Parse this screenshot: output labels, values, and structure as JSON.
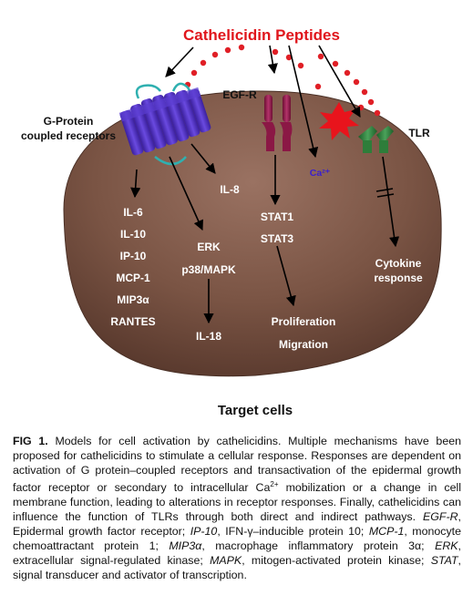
{
  "figure": {
    "title": "Cathelicidin Peptides",
    "receptors": {
      "gpcr_line1": "G-Protein",
      "gpcr_line2": "coupled receptors",
      "egfr": "EGF-R",
      "tlr": "TLR"
    },
    "calcium": "Ca²⁺",
    "gpcr_outputs": [
      "IL-6",
      "IL-10",
      "IP-10",
      "MCP-1",
      "MIP3α",
      "RANTES"
    ],
    "il8": "IL-8",
    "erk_path": [
      "ERK",
      "p38/MAPK",
      "IL-18"
    ],
    "stat_path": [
      "STAT1",
      "STAT3"
    ],
    "egfr_outputs": [
      "Proliferation",
      "Migration"
    ],
    "tlr_output": [
      "Cytokine",
      "response"
    ],
    "cell_label": "Target cells",
    "colors": {
      "title": "#e0161c",
      "cell": "#7a5444",
      "gpcr": "#4b2fb8",
      "egfr": "#8b1845",
      "tlr": "#2e7d3a",
      "dots": "#e01f26"
    }
  },
  "caption": {
    "fig_label": "FIG 1.",
    "p1": "Models for cell activation by cathelicidins. Multiple mechanisms have been proposed for cathelicidins to stimulate a cellular response. Responses are dependent on activation of G protein–coupled receptors and transactivation of the epidermal growth factor receptor or secondary to intracellular Ca",
    "sup": "2+",
    "p2": " mobilization or a change in cell membrane function, leading to alterations in receptor responses. Finally, cathelicidins can influence the function of TLRs through both direct and indirect pathways. ",
    "abbr": [
      {
        "term": "EGF-R",
        "def": "Epidermal growth factor receptor"
      },
      {
        "term": "IP-10",
        "def": "IFN-γ–inducible protein 10"
      },
      {
        "term": "MCP-1",
        "def": "monocyte chemoattractant protein 1"
      },
      {
        "term": "MIP3α",
        "def": "macrophage inflammatory protein 3α"
      },
      {
        "term": "ERK",
        "def": "extracellular signal-regulated kinase"
      },
      {
        "term": "MAPK",
        "def": "mitogen-activated protein kinase"
      },
      {
        "term": "STAT",
        "def": "signal transducer and activator of transcription"
      }
    ]
  }
}
